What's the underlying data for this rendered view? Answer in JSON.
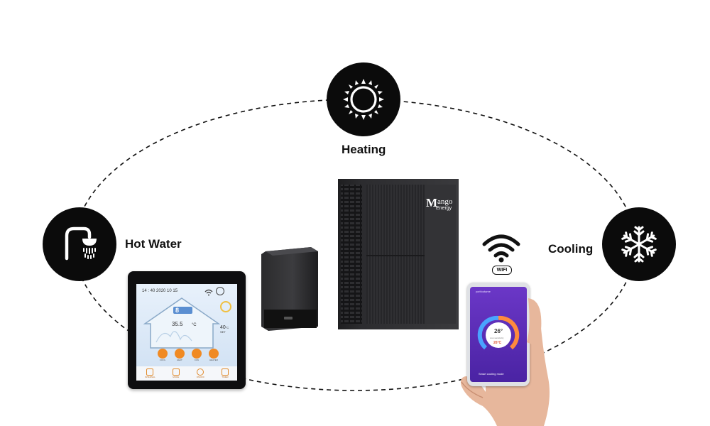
{
  "modes": {
    "heating": {
      "label": "Heating",
      "icon": "sun-icon"
    },
    "hot_water": {
      "label": "Hot Water",
      "icon": "shower-icon"
    },
    "cooling": {
      "label": "Cooling",
      "icon": "snowflake-icon"
    }
  },
  "heat_pump": {
    "brand_initial": "M",
    "brand_name": "ango",
    "brand_sub": "Energy"
  },
  "wifi": {
    "label": "WIFI",
    "icon": "wifi-icon"
  },
  "wall_controller": {
    "datetime": "14 : 40 2020 10 15",
    "set_temp": "8",
    "temp_value": "35.5",
    "temp_unit": "°C",
    "side_temp": "40",
    "side_unit": "°C",
    "side_label": "SET",
    "mode_buttons": [
      "COOL",
      "HEAT",
      "FAN",
      "HEATER"
    ],
    "bottom_buttons": [
      "INTERNAL",
      "MODE",
      "ON/OFF",
      "TIMER"
    ]
  },
  "phone": {
    "app_title": "yorifootame",
    "gauge_value": "26°",
    "gauge_sub": "Low sensitivity",
    "gauge_temp": "26°C",
    "status": "Smart cooling mode"
  },
  "colors": {
    "dark": "#0b0b0b",
    "phone_bg": "#5a2fb8",
    "gauge_blue": "#4aa3ff",
    "gauge_orange": "#ff8a3d"
  }
}
